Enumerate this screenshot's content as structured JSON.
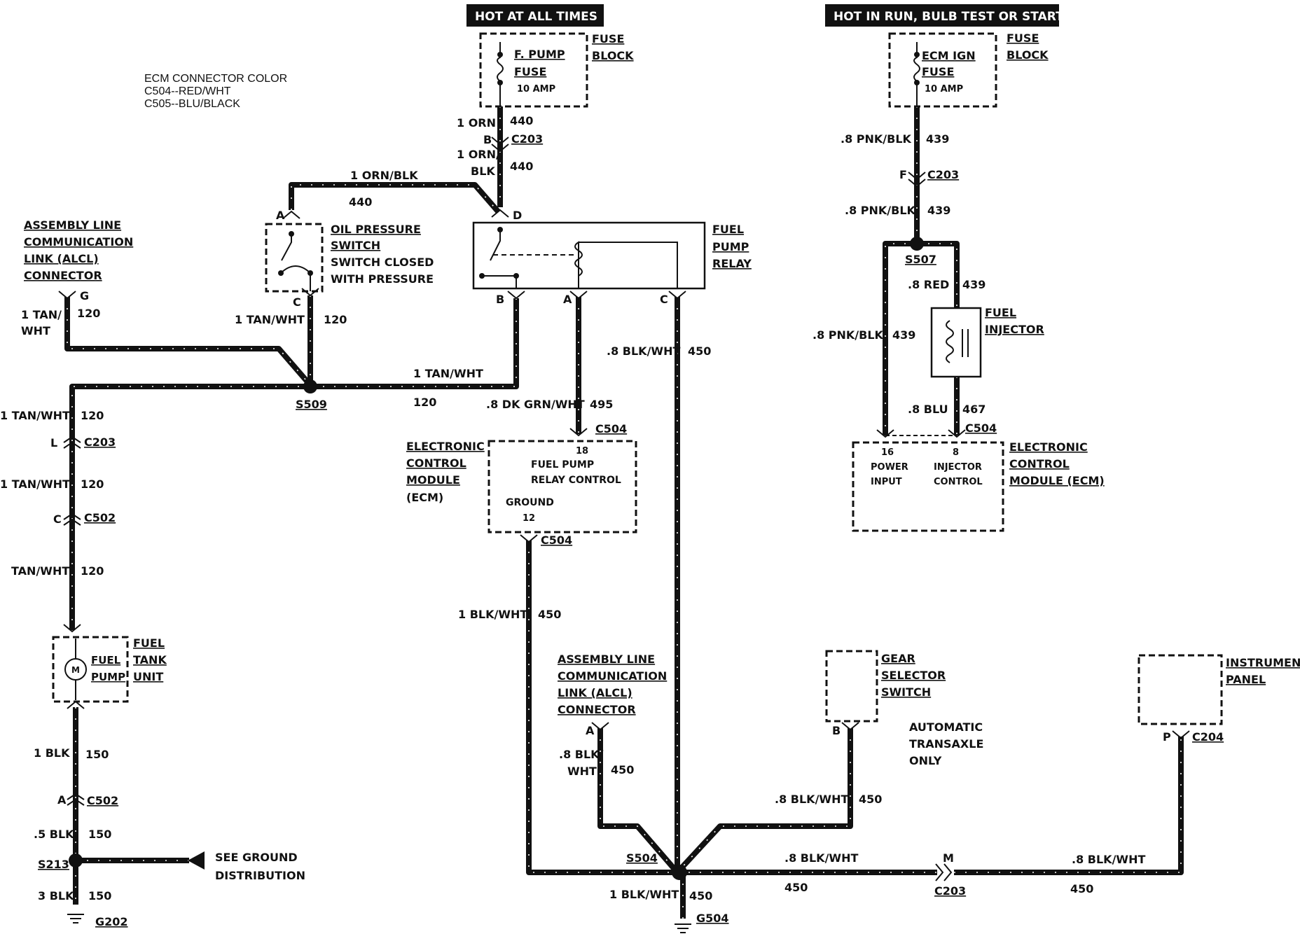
{
  "headers": {
    "hot_all_times": "HOT AT ALL TIMES",
    "hot_run": "HOT IN RUN,  BULB TEST OR START"
  },
  "ecm_color": {
    "title": "ECM CONNECTOR COLOR",
    "c504": "C504--RED/WHT",
    "c505": "C505--BLU/BLACK"
  },
  "fuse_fp": {
    "name1": "F. PUMP",
    "name2": "FUSE",
    "rating": "10 AMP",
    "block1": "FUSE",
    "block2": "BLOCK"
  },
  "fuse_ecm": {
    "name1": "ECM IGN",
    "name2": "FUSE",
    "rating": "10 AMP",
    "block1": "FUSE",
    "block2": "BLOCK"
  },
  "wires": {
    "w440_top_color": "1 ORN",
    "w440_top_num": "440",
    "c203_b": "B",
    "c203_b_name": "C203",
    "w440_mid_color1": "1 ORN/",
    "w440_mid_color2": "BLK",
    "w440_mid_num": "440",
    "w440_horz_color": "1 ORN/BLK",
    "w440_horz_num": "440",
    "relay_d": "D",
    "ops_a": "A",
    "ops_c": "C",
    "w120_ops_color": "1 TAN/WHT",
    "w120_ops_num": "120",
    "alcl_g": "G",
    "alcl_color1": "1 TAN/",
    "alcl_color2": "WHT",
    "alcl_num": "120",
    "relay_b": "B",
    "relay_a": "A",
    "relay_c": "C",
    "w120_relay_color": "1 TAN/WHT",
    "w120_relay_num": "120",
    "s509": "S509",
    "w120_l1_color": "1 TAN/WHT",
    "w120_l1_num": "120",
    "c203_l": "L",
    "c203_l_name": "C203",
    "w120_l2_color": "1 TAN/WHT",
    "w120_l2_num": "120",
    "c502_c": "C",
    "c502_c_name": "C502",
    "w120_l3_color": "TAN/WHT",
    "w120_l3_num": "120",
    "w495_color": ".8 DK GRN/WHT",
    "w495_num": "495",
    "c504_18": "C504",
    "w450_relay_color": ".8 BLK/WHT",
    "w450_relay_num": "450",
    "c504_gnd": "C504",
    "w450_ecm_color": "1 BLK/WHT",
    "w450_ecm_num": "450",
    "w150_1_color": "1 BLK",
    "w150_1_num": "150",
    "c502_a": "A",
    "c502_a_name": "C502",
    "w150_2_color": ".5 BLK",
    "w150_2_num": "150",
    "s213": "S213",
    "w150_3_color": "3 BLK",
    "w150_3_num": "150",
    "g202": "G202",
    "alcl2_a": "A",
    "alcl2_color1": ".8 BLK/",
    "alcl2_color2": "WHT",
    "alcl2_num": "450",
    "s504": "S504",
    "gear_b": "B",
    "gear_color": ".8 BLK/WHT",
    "gear_num": "450",
    "gnd_color": "1 BLK/WHT",
    "gnd_num": "450",
    "g504": "G504",
    "hz1_color": ".8 BLK/WHT",
    "hz1_num": "450",
    "c203_m": "M",
    "c203_m_name": "C203",
    "hz2_color": ".8 BLK/WHT",
    "hz2_num": "450",
    "ip_p": "P",
    "ip_c204": "C204",
    "w439_1_color": ".8 PNK/BLK",
    "w439_1_num": "439",
    "c203_f": "F",
    "c203_f_name": "C203",
    "w439_2_color": ".8 PNK/BLK",
    "w439_2_num": "439",
    "s507": "S507",
    "w439_red_color": ".8 RED",
    "w439_red_num": "439",
    "w439_left_color": ".8 PNK/BLK",
    "w439_left_num": "439",
    "w467_color": ".8 BLU",
    "w467_num": "467",
    "c504_r": "C504"
  },
  "components": {
    "alcl1": [
      "ASSEMBLY LINE",
      "COMMUNICATION",
      "LINK (ALCL)",
      "CONNECTOR"
    ],
    "oil_switch": [
      "OIL PRESSURE",
      "SWITCH",
      "SWITCH CLOSED",
      "WITH PRESSURE"
    ],
    "relay": [
      "FUEL",
      "PUMP",
      "RELAY"
    ],
    "ecm_left": [
      "ELECTRONIC",
      "CONTROL",
      "MODULE",
      "(ECM)"
    ],
    "ecm_left_inner": {
      "pin18": "18",
      "line1": "FUEL PUMP",
      "line2": "RELAY CONTROL",
      "ground": "GROUND",
      "pin12": "12"
    },
    "fuel_tank": [
      "FUEL",
      "TANK",
      "UNIT"
    ],
    "fuel_pump": [
      "FUEL",
      "PUMP"
    ],
    "motor": "M",
    "see_ground": [
      "SEE GROUND",
      "DISTRIBUTION"
    ],
    "alcl2": [
      "ASSEMBLY LINE",
      "COMMUNICATION",
      "LINK (ALCL)",
      "CONNECTOR"
    ],
    "gear": [
      "GEAR",
      "SELECTOR",
      "SWITCH"
    ],
    "auto_only": [
      "AUTOMATIC",
      "TRANSAXLE",
      "ONLY"
    ],
    "instrument": [
      "INSTRUMENT",
      "PANEL"
    ],
    "injector": [
      "FUEL",
      "INJECTOR"
    ],
    "ecm_right": [
      "ELECTRONIC",
      "CONTROL",
      "MODULE (ECM)"
    ],
    "ecm_right_inner": {
      "pin16": "16",
      "power1": "POWER",
      "power2": "INPUT",
      "pin8": "8",
      "inj1": "INJECTOR",
      "inj2": "CONTROL"
    }
  },
  "colors": {
    "ink": "#111111",
    "paper": "#ffffff"
  }
}
